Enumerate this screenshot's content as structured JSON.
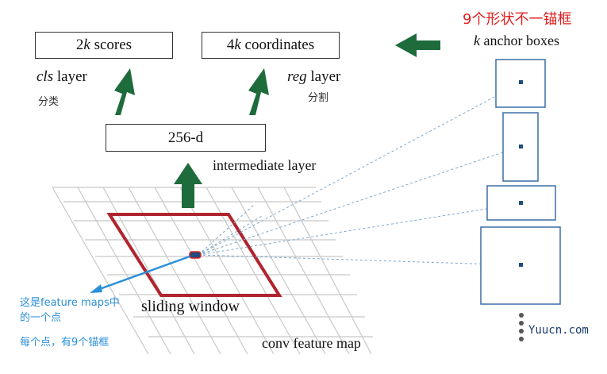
{
  "scores_box": {
    "prefix": "2",
    "k": "k",
    "suffix": " scores"
  },
  "coords_box": {
    "prefix": "4",
    "k": "k",
    "suffix": " coordinates"
  },
  "cls_layer": {
    "italic": "cls",
    "rest": " layer",
    "cn": "分类"
  },
  "reg_layer": {
    "italic": "reg",
    "rest": " layer",
    "cn": "分割"
  },
  "intermediate_box": {
    "label": "256-d"
  },
  "intermediate_label": "intermediate layer",
  "anchors": {
    "title_cn": "9个形状不一锚框",
    "k": "k",
    "title_rest": " anchor boxes"
  },
  "sliding_window": "sliding window",
  "feature_map": "conv feature map",
  "annotation": {
    "line1": "这是feature maps中",
    "line2": "的一个点",
    "line3": "每个点，有9个锚框"
  },
  "watermark": "Yuucn.com",
  "colors": {
    "arrow": "#1e6b3c",
    "window": "#b0242e",
    "anchor_line": "#7aa6cf",
    "annotation": "#2a8fd8",
    "title_cn": "#e02020",
    "grid": "#c8c8c8"
  }
}
